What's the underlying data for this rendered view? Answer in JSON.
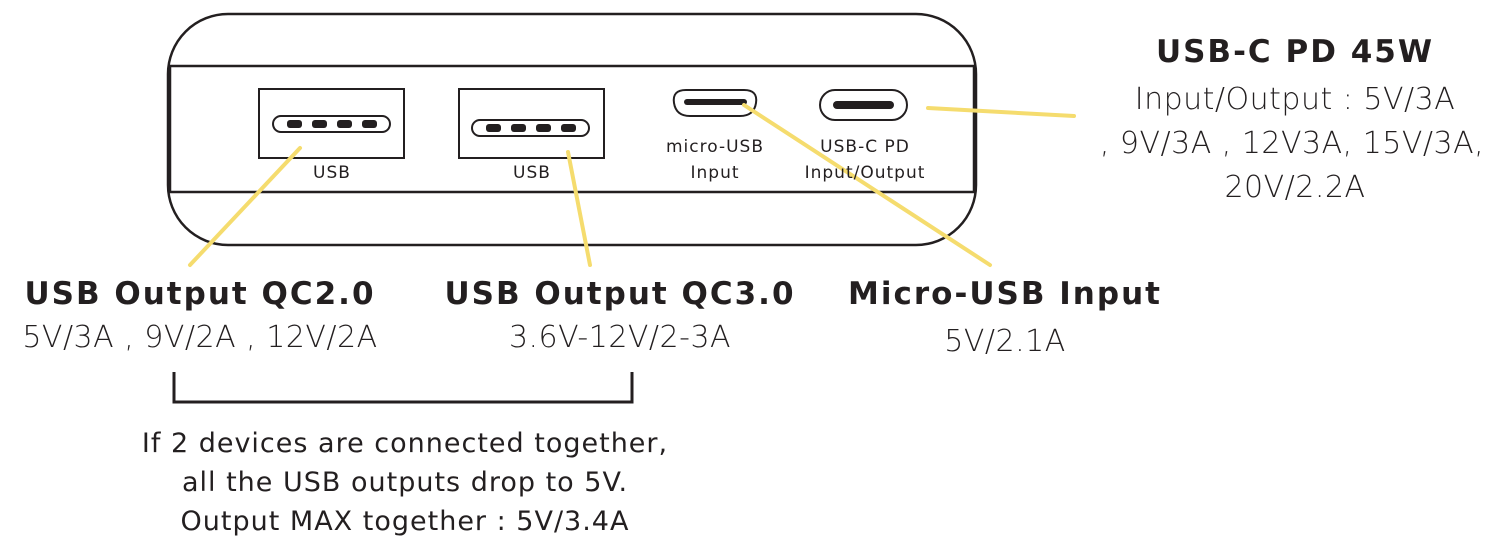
{
  "ports": {
    "usb1_label": "USB",
    "usb2_label": "USB",
    "micro_label_1": "micro-USB",
    "micro_label_2": "Input",
    "usbc_label_1": "USB-C PD",
    "usbc_label_2": "Input/Output"
  },
  "callouts": {
    "qc20": {
      "title": "USB Output QC2.0",
      "spec": "5V/3A , 9V/2A , 12V/2A"
    },
    "qc30": {
      "title": "USB Output QC3.0",
      "spec": "3.6V-12V/2-3A"
    },
    "micro": {
      "title": "Micro-USB Input",
      "spec": "5V/2.1A"
    },
    "usbc": {
      "title": "USB-C  PD 45W",
      "spec_1": "Input/Output : 5V/3A",
      "spec_2": ", 9V/3A , 12V3A, 15V/3A,",
      "spec_3": "20V/2.2A"
    }
  },
  "note": {
    "line_1": "If 2 devices are connected together,",
    "line_2": "all the USB outputs drop to 5V.",
    "line_3": "Output MAX together : 5V/3.4A"
  },
  "colors": {
    "leader": "#f5dc6e",
    "outline": "#231f20",
    "text": "#231f20"
  }
}
